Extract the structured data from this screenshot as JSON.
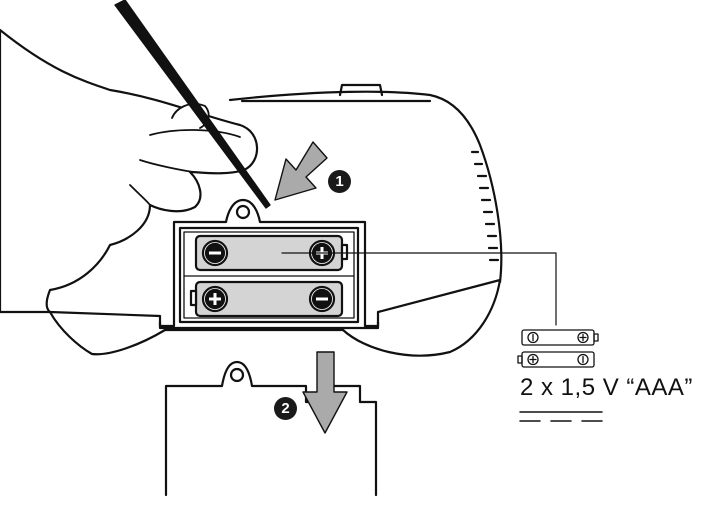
{
  "steps": {
    "step1": "1",
    "step2": "2"
  },
  "battery_spec": {
    "label": "2 x 1,5 V “AAA”"
  },
  "colors": {
    "line": "#111111",
    "battery_fill": "#d4d4d4",
    "arrow_fill": "#aaaaaa",
    "badge": "#1a1a1a"
  },
  "icons": {
    "hand": "hand-icon",
    "stylus": "stylus-icon",
    "arrow_push": "arrow-push-icon",
    "arrow_down": "arrow-down-icon",
    "battery_dc": "battery-dc-symbol-icon"
  }
}
